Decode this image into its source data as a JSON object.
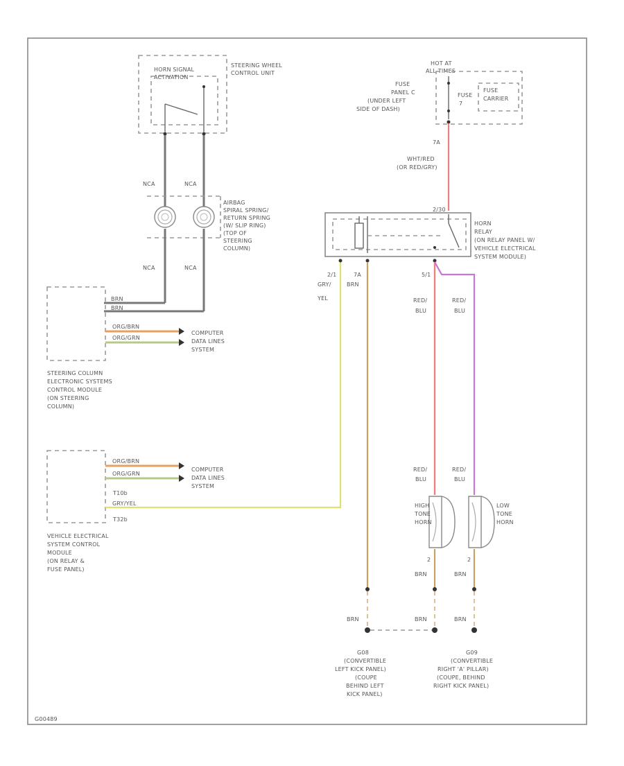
{
  "diagram_id": "Horn",
  "colors": {
    "wire_red": "#f08080",
    "wire_violet": "#c678d4",
    "wire_gray": "#777777",
    "wire_yellow": "#e0e070",
    "wire_brown": "#c8a060",
    "wire_orange": "#e8a060",
    "wire_green": "#b8c888"
  },
  "components": {
    "steering_wheel_unit": {
      "label_lines": [
        "STEERING WHEEL",
        "CONTROL UNIT"
      ]
    },
    "horn_signal_switch": {
      "label_lines": [
        "HORN SIGNAL",
        "ACTIVATION"
      ]
    },
    "airbag_spring": {
      "label_lines": [
        "AIRBAG",
        "SPIRAL SPRING/",
        "RETURN SPRING",
        "(W/ SLIP RING)",
        "(TOP OF",
        "STEERING",
        "COLUMN)"
      ]
    },
    "hot_at": {
      "label_lines": [
        "HOT AT",
        "ALL TIMES"
      ]
    },
    "fuse_panel": {
      "label_lines": [
        "FUSE",
        "PANEL C",
        "(UNDER LEFT",
        "SIDE OF DASH)"
      ]
    },
    "fuse": {
      "label_lines": [
        "FUSE",
        "7"
      ]
    },
    "fuse_carrier": {
      "label_lines": [
        "FUSE",
        "CARRIER"
      ]
    },
    "horn_relay": {
      "label_lines": [
        "HORN",
        "RELAY",
        "(ON RELAY PANEL W/",
        "VEHICLE ELECTRICAL",
        "SYSTEM MODULE)"
      ]
    },
    "steering_column_module": {
      "label_lines": [
        "STEERING COLUMN",
        "ELECTRONIC SYSTEMS",
        "CONTROL MODULE",
        "(ON STEERING",
        "COLUMN)"
      ]
    },
    "vehicle_electrical_module": {
      "label_lines": [
        "VEHICLE ELECTRICAL",
        "SYSTEM CONTROL",
        "MODULE",
        "(ON RELAY &",
        "FUSE PANEL)"
      ]
    },
    "high_tone_horn": {
      "label_lines": [
        "HIGH",
        "TONE",
        "HORN"
      ]
    },
    "low_tone_horn": {
      "label_lines": [
        "LOW",
        "TONE",
        "HORN"
      ]
    },
    "ground_left": {
      "label_lines": [
        "G08",
        "(CONVERTIBLE",
        "LEFT KICK PANEL)",
        "(COUPE",
        "BEHIND LEFT",
        "KICK PANEL)"
      ]
    },
    "ground_right": {
      "label_lines": [
        "G09",
        "(CONVERTIBLE",
        "RIGHT 'A' PILLAR)",
        "(COUPE, BEHIND",
        "RIGHT KICK PANEL)"
      ]
    }
  },
  "computer_data_lines": {
    "top": [
      "COMPUTER",
      "DATA LINES",
      "SYSTEM"
    ],
    "bottom": [
      "COMPUTER",
      "DATA LINES",
      "SYSTEM"
    ]
  },
  "wire_labels": {
    "nca_1": "NCA",
    "nca_2": "NCA",
    "nca_3": "NCA",
    "nca_4": "NCA",
    "fuse_out_pin": "7A",
    "wht_red": "WHT/RED",
    "wht_red_note": "(OR RED/GRY)",
    "relay_in_pin": "2/30",
    "relay_pin_2": "2/1",
    "relay_pin_7a": "7A",
    "relay_pin_5a": "5/1",
    "gry_yel_1": "GRY/",
    "gry_yel_2": "YEL",
    "brn_a": "BRN",
    "red_blu_1a": "RED/",
    "red_blu_1b": "BLU",
    "red_blu_2a": "RED/",
    "red_blu_2b": "BLU",
    "red_blu_3a": "RED/",
    "red_blu_3b": "BLU",
    "red_blu_4a": "RED/",
    "red_blu_4b": "BLU",
    "horn_pin_h": "2",
    "horn_pin_l": "2",
    "brn_b": "BRN",
    "brn_c": "BRN",
    "brn_g1": "BRN",
    "brn_g2": "BRN",
    "brn_g3": "BRN",
    "scm_pin1": "BRN",
    "scm_pin2": "BRN",
    "scm_pin3": "ORG/BRN",
    "scm_pin4": "ORG/GRN",
    "vesm_pin1": "ORG/BRN",
    "vesm_pin2": "ORG/GRN",
    "vesm_conn1": "T10b",
    "vesm_pin3": "GRY/YEL",
    "vesm_conn2": "T32b"
  },
  "figure_code": "G00489"
}
